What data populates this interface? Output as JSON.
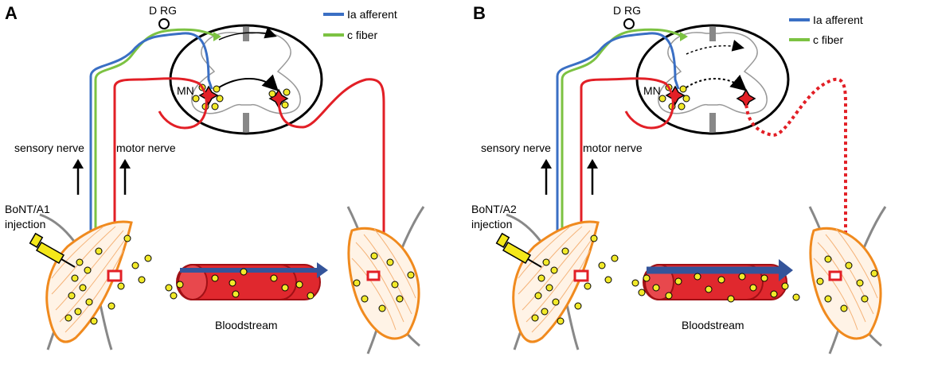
{
  "panels": [
    {
      "letter": "A",
      "drg": "D RG",
      "mn": "MN",
      "legend": [
        {
          "label": "Ia afferent",
          "color": "#3a6fc4"
        },
        {
          "label": "c fiber",
          "color": "#7cc242"
        }
      ],
      "sensory_label": "sensory nerve",
      "motor_label": "motor nerve",
      "injection_line1": "BoNT/A1",
      "injection_line2": "injection",
      "bloodstream": "Bloodstream",
      "spread": "solid"
    },
    {
      "letter": "B",
      "drg": "D RG",
      "mn": "MN",
      "legend": [
        {
          "label": "Ia afferent",
          "color": "#3a6fc4"
        },
        {
          "label": "c fiber",
          "color": "#7cc242"
        }
      ],
      "sensory_label": "sensory nerve",
      "motor_label": "motor nerve",
      "injection_line1": "BoNT/A2",
      "injection_line2": "injection",
      "bloodstream": "Bloodstream",
      "spread": "dotted"
    }
  ],
  "colors": {
    "motor": "#e21f26",
    "ia_afferent": "#3a6fc4",
    "c_fiber": "#7cc242",
    "muscle": "#f08a1e",
    "toxin_particle": "#f2ea2a",
    "blood_vessel": "#e0282e",
    "flow_arrow": "#34549a",
    "syringe": "#f4e81a"
  },
  "icons": [
    "syringe-icon",
    "up-arrow-icon",
    "flow-arrow-icon",
    "motor-neuron-star-icon"
  ]
}
